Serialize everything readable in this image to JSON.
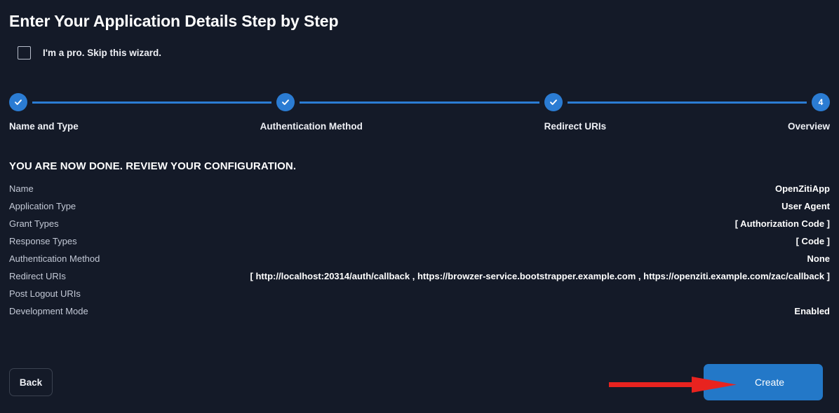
{
  "page": {
    "title": "Enter Your Application Details Step by Step"
  },
  "skip_wizard": {
    "label": "I'm a pro. Skip this wizard.",
    "checked": false
  },
  "stepper": {
    "steps": [
      {
        "label": "Name and Type",
        "state": "complete",
        "marker": "check"
      },
      {
        "label": "Authentication Method",
        "state": "complete",
        "marker": "check"
      },
      {
        "label": "Redirect URIs",
        "state": "complete",
        "marker": "check"
      },
      {
        "label": "Overview",
        "state": "current",
        "marker": "4"
      }
    ]
  },
  "review": {
    "heading": "YOU ARE NOW DONE. REVIEW YOUR CONFIGURATION.",
    "rows": [
      {
        "label": "Name",
        "value": "OpenZitiApp"
      },
      {
        "label": "Application Type",
        "value": "User Agent"
      },
      {
        "label": "Grant Types",
        "value": "[ Authorization Code ]"
      },
      {
        "label": "Response Types",
        "value": "[ Code ]"
      },
      {
        "label": "Authentication Method",
        "value": "None"
      },
      {
        "label": "Redirect URIs",
        "value": "[ http://localhost:20314/auth/callback , https://browzer-service.bootstrapper.example.com , https://openziti.example.com/zac/callback ]"
      },
      {
        "label": "Post Logout URIs",
        "value": ""
      },
      {
        "label": "Development Mode",
        "value": "Enabled"
      }
    ]
  },
  "footer": {
    "back_label": "Back",
    "create_label": "Create"
  },
  "annotation": {
    "arrow": "red-right-arrow pointing at Create button"
  },
  "colors": {
    "background": "#141a28",
    "accent_blue": "#2b7cd3",
    "button_blue": "#2378c8",
    "annotation_red": "#e8231f",
    "label_gray": "#c3c9d6"
  }
}
